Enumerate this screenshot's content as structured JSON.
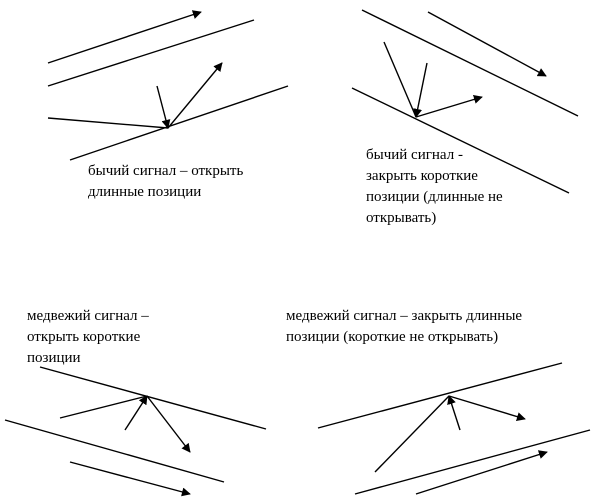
{
  "panels": [
    {
      "id": "bullish-open-long",
      "caption": "бычий сигнал – открыть\nдлинные позиции"
    },
    {
      "id": "bullish-close-short",
      "caption": "бычий сигнал -\nзакрыть короткие\nпозиции (длинные не\nоткрывать)"
    },
    {
      "id": "bearish-open-short",
      "caption": "медвежий сигнал –\nоткрыть короткие\nпозиции"
    },
    {
      "id": "bearish-close-long",
      "caption": "медвежий сигнал – закрыть длинные\nпозиции (короткие не открывать)"
    }
  ],
  "colors": {
    "ink": "#000000",
    "background": "#ffffff"
  }
}
